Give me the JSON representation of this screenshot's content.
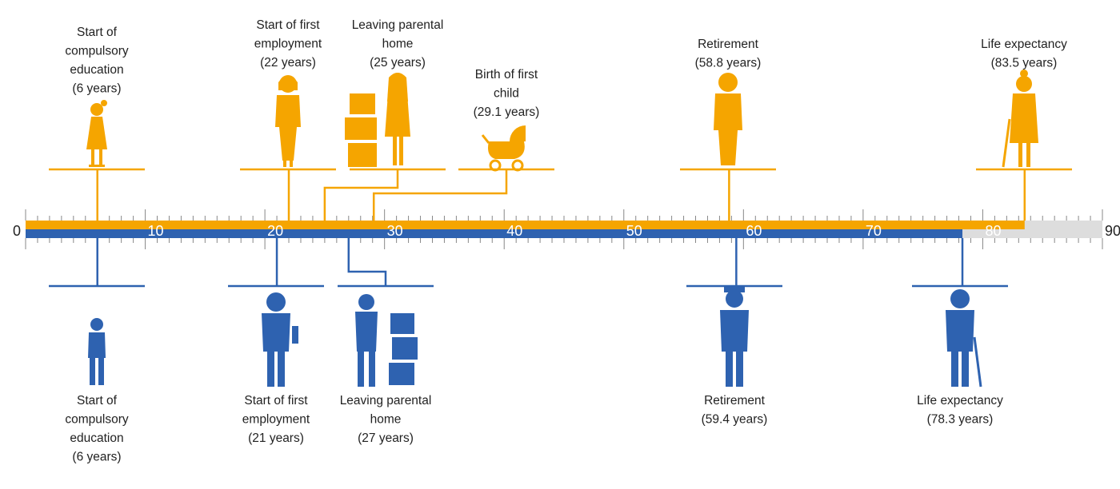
{
  "axis": {
    "min": 0,
    "max": 90,
    "tick_labels": [
      "0",
      "10",
      "20",
      "30",
      "40",
      "50",
      "60",
      "70",
      "80",
      "90"
    ]
  },
  "colors": {
    "female": "#F5A500",
    "male": "#2E62B0",
    "remaining": "#DDDDDD",
    "text": "#222222",
    "tick": "#888888"
  },
  "female": {
    "life_expectancy": 83.5,
    "events": [
      {
        "age": 6,
        "label_lines": [
          "Start of",
          "compulsory",
          "education",
          "(6 years)"
        ],
        "icon": "girl-icon"
      },
      {
        "age": 22,
        "label_lines": [
          "Start of first",
          "employment",
          "(22 years)"
        ],
        "icon": "businesswoman-icon"
      },
      {
        "age": 25,
        "label_lines": [
          "Leaving parental",
          "home",
          "(25 years)"
        ],
        "icon": "woman-with-boxes-icon"
      },
      {
        "age": 29.1,
        "label_lines": [
          "Birth of first",
          "child",
          "(29.1 years)"
        ],
        "icon": "pram-icon"
      },
      {
        "age": 58.8,
        "label_lines": [
          "Retirement",
          "(58.8 years)"
        ],
        "icon": "retired-woman-icon"
      },
      {
        "age": 83.5,
        "label_lines": [
          "Life expectancy",
          "(83.5 years)"
        ],
        "icon": "elderly-woman-icon"
      }
    ]
  },
  "male": {
    "life_expectancy": 78.3,
    "events": [
      {
        "age": 6,
        "label_lines": [
          "Start of",
          "compulsory",
          "education",
          "(6 years)"
        ],
        "icon": "boy-icon"
      },
      {
        "age": 21,
        "label_lines": [
          "Start of first",
          "employment",
          "(21 years)"
        ],
        "icon": "businessman-icon"
      },
      {
        "age": 27,
        "label_lines": [
          "Leaving parental",
          "home",
          "(27 years)"
        ],
        "icon": "man-with-boxes-icon"
      },
      {
        "age": 59.4,
        "label_lines": [
          "Retirement",
          "(59.4 years)"
        ],
        "icon": "retired-man-icon"
      },
      {
        "age": 78.3,
        "label_lines": [
          "Life expectancy",
          "(78.3 years)"
        ],
        "icon": "elderly-man-icon"
      }
    ]
  }
}
